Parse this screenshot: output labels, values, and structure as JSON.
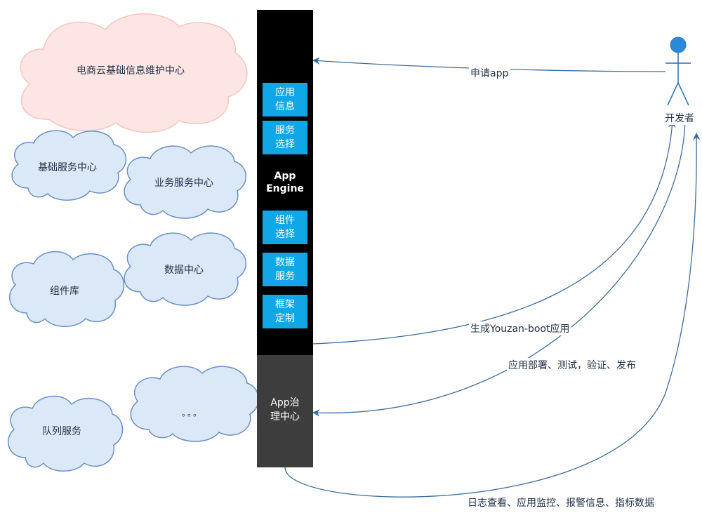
{
  "clouds": {
    "ecommerce": "电商云基础信息维护中心",
    "basic_service": "基础服务中心",
    "business_service": "业务服务中心",
    "component_lib": "组件库",
    "data_center": "数据中心",
    "queue_service": "队列服务",
    "ellipsis": "。。。"
  },
  "app_engine": {
    "label": "App\nEngine",
    "modules": [
      "应用\n信息",
      "服务\n选择",
      "组件\n选择",
      "数据\n服务",
      "框架\n定制"
    ]
  },
  "governance": {
    "label": "App治\n理中心"
  },
  "actor": {
    "label": "开发者"
  },
  "edges": {
    "apply_app": "申请app",
    "generate": "生成Youzan-boot应用",
    "deploy": "应用部署、测试，验证、发布",
    "monitor": "日志查看、应用监控、报警信息、指标数据"
  },
  "colors": {
    "cloud_pink_fill": "#fde5e3",
    "cloud_pink_stroke": "#f5c5c0",
    "cloud_blue_fill": "#dbe8f8",
    "cloud_blue_stroke": "#6b8fc7",
    "module_blue": "#11a7e6",
    "engine_black": "#000000",
    "governance_gray": "#3d3d3d",
    "edge_color": "#3f6d9a",
    "actor_head": "#2a8ad8"
  }
}
